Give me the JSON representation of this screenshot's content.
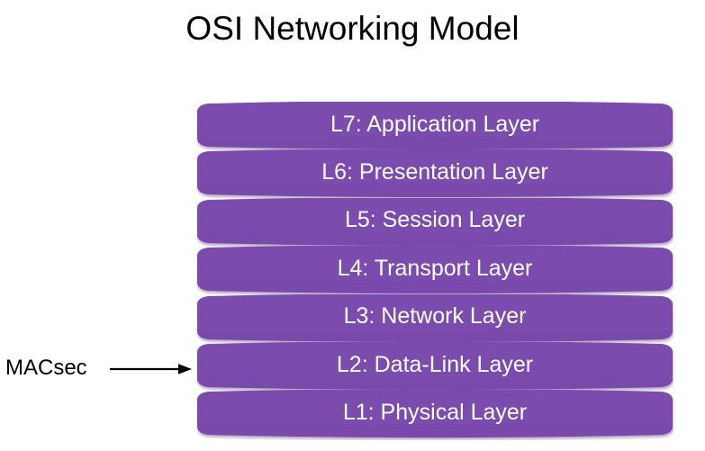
{
  "slide": {
    "title": "OSI Networking Model",
    "background_color": "#ffffff",
    "title_color": "#000000"
  },
  "theme": {
    "layer_fill": "#7C4BAE",
    "layer_fill_dark": "#6F3FA0",
    "layer_text_color": "#ffffff",
    "annotation_color": "#000000"
  },
  "stack": {
    "name": "osi-layer-stack",
    "layers": [
      {
        "id": "l7",
        "code": "L7",
        "label": "L7: Application Layer"
      },
      {
        "id": "l6",
        "code": "L6",
        "label": "L6: Presentation Layer"
      },
      {
        "id": "l5",
        "code": "L5",
        "label": "L5: Session Layer"
      },
      {
        "id": "l4",
        "code": "L4",
        "label": "L4: Transport Layer"
      },
      {
        "id": "l3",
        "code": "L3",
        "label": "L3: Network Layer"
      },
      {
        "id": "l2",
        "code": "L2",
        "label": "L2: Data-Link Layer"
      },
      {
        "id": "l1",
        "code": "L1",
        "label": "L1: Physical Layer"
      }
    ]
  },
  "annotation": {
    "label": "MACsec",
    "arrow_icon": "arrow-right-icon",
    "points_to": "L2: Data-Link Layer"
  }
}
